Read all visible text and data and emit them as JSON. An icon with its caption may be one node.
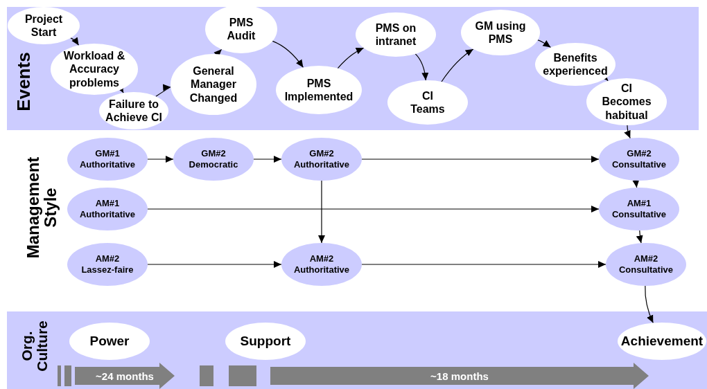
{
  "diagram": {
    "nodes": [
      {
        "text": [
          "Events"
        ]
      },
      {
        "text": [
          "Project Start"
        ],
        "in": 0
      },
      {
        "text": [
          "Workload & Accuracy problems"
        ],
        "in": 0
      },
      {
        "text": [
          "Failure to Achieve CI"
        ],
        "in": 0
      },
      {
        "text": [
          "General Manager Changed"
        ],
        "in": 0
      },
      {
        "text": [
          "PMS Audit"
        ],
        "in": 0
      },
      {
        "text": [
          "PMS Implemented"
        ],
        "in": 0
      },
      {
        "text": [
          "PMS on intranet"
        ],
        "in": 0
      },
      {
        "text": [
          "CI Teams"
        ],
        "in": 0
      },
      {
        "text": [
          "GM using PMS"
        ],
        "in": 0
      },
      {
        "text": [
          "Benefits experienced"
        ],
        "in": 0
      },
      {
        "text": [
          "CI Becomes habitual"
        ],
        "in": 0
      },
      {
        "text": [
          "GM#1 Authoritative"
        ]
      },
      {
        "text": [
          "GM#2 Democratic"
        ]
      },
      {
        "text": [
          "GM#2 Authoritative"
        ]
      },
      {
        "text": [
          "GM#2 Consultative"
        ]
      },
      {
        "text": [
          "AM#1 Authoritative"
        ]
      },
      {
        "text": [
          "AM#1 Consultative"
        ]
      },
      {
        "text": [
          "AM#2 Lassez-faire"
        ]
      },
      {
        "text": [
          "AM#2 Authoritative"
        ]
      },
      {
        "text": [
          "AM#2 Consultative"
        ]
      },
      {
        "text": [
          "Org. Culture"
        ]
      },
      {
        "text": [
          "Power"
        ],
        "in": 21
      },
      {
        "text": [
          "Support"
        ],
        "in": 21
      },
      {
        "text": [
          "Achievement"
        ],
        "in": 21
      },
      {
        "text": [
          "~24 months"
        ],
        "in": 21
      },
      {
        "text": [
          "~18 months"
        ],
        "in": 21
      }
    ],
    "edges": [
      {
        "from": 1,
        "to": 2,
        "arrow": "to"
      },
      {
        "from": 2,
        "to": 3,
        "arrow": "to"
      },
      {
        "from": 3,
        "to": 4,
        "arrow": "to"
      },
      {
        "from": 4,
        "to": 5,
        "arrow": "to"
      },
      {
        "from": 5,
        "to": 6,
        "arrow": "to"
      },
      {
        "from": 6,
        "to": 7,
        "arrow": "to"
      },
      {
        "from": 7,
        "to": 8,
        "arrow": "to"
      },
      {
        "from": 8,
        "to": 9,
        "arrow": "to"
      },
      {
        "from": 9,
        "to": 10,
        "arrow": "to"
      },
      {
        "from": 10,
        "to": 11,
        "arrow": "to"
      },
      {
        "from": 11,
        "to": 15,
        "arrow": "to"
      },
      {
        "from": 12,
        "to": 13,
        "arrow": "to"
      },
      {
        "from": 13,
        "to": 14,
        "arrow": "to"
      },
      {
        "from": 14,
        "to": 15,
        "arrow": "to"
      },
      {
        "from": 14,
        "to": 19,
        "arrow": "to"
      },
      {
        "from": 15,
        "to": 17,
        "arrow": "to"
      },
      {
        "from": 16,
        "to": 17,
        "arrow": "to"
      },
      {
        "from": 17,
        "to": 20,
        "arrow": "to"
      },
      {
        "from": 18,
        "to": 19,
        "arrow": "to"
      },
      {
        "from": 19,
        "to": 20,
        "arrow": "to"
      },
      {
        "from": 20,
        "to": 24,
        "arrow": "to"
      }
    ],
    "labels": [
      "Management Style"
    ]
  }
}
